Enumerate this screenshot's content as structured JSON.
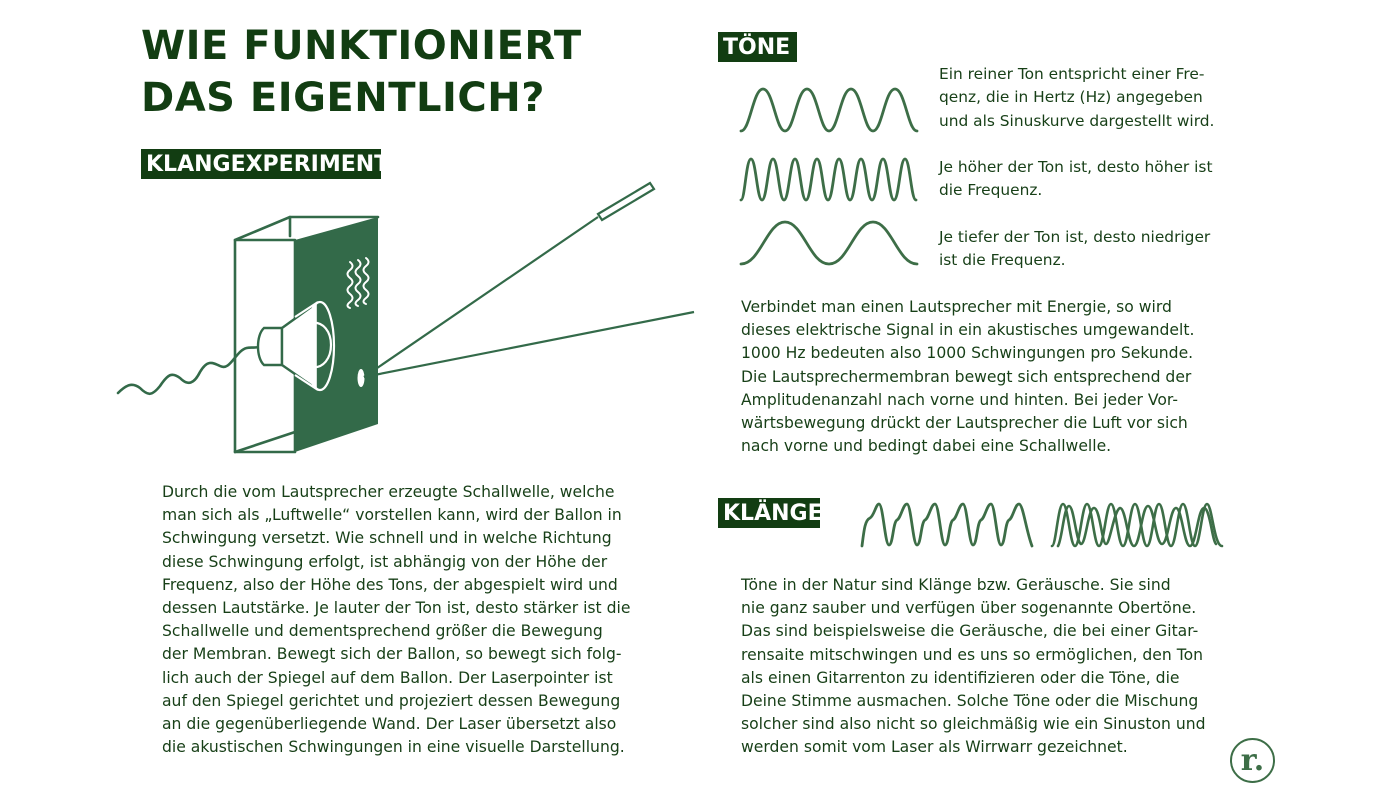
{
  "colors": {
    "dark_green": "#123d12",
    "illustration_green": "#336a49",
    "wave_green": "#3d6e47",
    "text": "#173f17",
    "background": "#ffffff"
  },
  "header": {
    "title_line1": "WIE FUNKTIONIERT",
    "title_line2": "DAS EIGENTLICH?"
  },
  "left": {
    "section_tag": "KLANGEXPERIMENT",
    "illustration": "speaker-box-balloon-mirror-laser",
    "body": "Durch die vom Lautsprecher erzeugte Schallwelle, welche\nman sich als „Luftwelle“ vorstellen kann, wird der Ballon in\nSchwingung versetzt. Wie schnell und in welche Richtung\ndiese Schwingung erfolgt, ist abhängig von der Höhe der\nFrequenz, also der Höhe des Tons, der abgespielt wird und\ndessen Lautstärke. Je lauter der Ton ist, desto stärker ist die\nSchallwelle und dementsprechend größer die Bewegung\nder Membran. Bewegt sich der Ballon, so bewegt sich folg-\nlich auch der Spiegel auf dem Ballon. Der Laserpointer ist\nauf den Spiegel gerichtet und projeziert dessen Bewegung\nan die gegenüberliegende Wand. Der Laser übersetzt also\ndie akustischen Schwingungen in eine visuelle Darstellung."
  },
  "toene": {
    "section_tag": "TÖNE",
    "items": [
      {
        "wave": "sine-medium",
        "text": "Ein reiner Ton entspricht einer Fre-\nqenz, die in Hertz (Hz) angegeben\nund  als Sinuskurve dargestellt wird."
      },
      {
        "wave": "sine-high",
        "text": "Je höher der Ton ist, desto höher ist\ndie Frequenz."
      },
      {
        "wave": "sine-low",
        "text": "Je tiefer der Ton ist, desto niedriger\nist die Frequenz."
      }
    ],
    "body": "Verbindet man einen Lautsprecher mit Energie, so wird\ndieses elektrische Signal in ein akustisches umgewandelt.\n1000 Hz bedeuten also 1000 Schwingungen pro Sekunde.\nDie Lautsprechermembran bewegt sich entsprechend der\nAmplitudenanzahl nach vorne und hinten. Bei jeder Vor-\nwärtsbewegung drückt der Lautsprecher die Luft vor sich\nnach vorne und bedingt dabei eine Schallwelle."
  },
  "klaenge": {
    "section_tag": "KLÄNGE",
    "waves": [
      "complex-wave",
      "chaotic-wave"
    ],
    "body": "Töne in der Natur sind Klänge bzw. Geräusche. Sie sind\nnie ganz sauber und verfügen über sogenannte Obertöne.\nDas sind beispielsweise die Geräusche, die bei einer Gitar-\nrensaite mitschwingen und es uns so ermöglichen, den Ton\nals einen Gitarrenton zu identifizieren oder die Töne, die\nDeine Stimme ausmachen. Solche Töne oder die Mischung\nsolcher sind also nicht so gleichmäßig wie ein Sinuston und\nwerden somit vom Laser als Wirrwarr gezeichnet."
  },
  "footer": {
    "logo_text": "r."
  }
}
